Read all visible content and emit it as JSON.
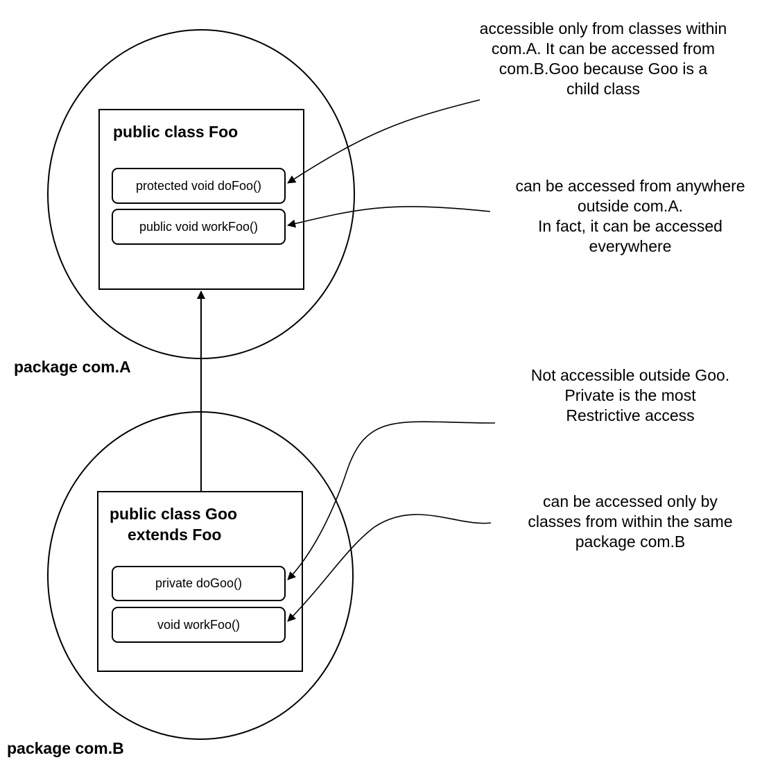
{
  "packages": {
    "a": {
      "label": "package com.A"
    },
    "b": {
      "label": "package com.B"
    }
  },
  "classes": {
    "foo": {
      "title": "public class Foo",
      "methods": [
        "protected void doFoo()",
        "public void workFoo()"
      ]
    },
    "goo": {
      "title_lines": [
        "public class Goo",
        "extends Foo"
      ],
      "methods": [
        "private doGoo()",
        "void workFoo()"
      ]
    }
  },
  "notes": {
    "protected": [
      "accessible only from classes within",
      "com.A. It can be accessed from",
      "com.B.Goo because Goo is a",
      "child class"
    ],
    "public": [
      "can be accessed from anywhere",
      "outside com.A.",
      "In fact, it can be accessed",
      "everywhere"
    ],
    "private": [
      "Not accessible outside Goo.",
      "Private is the most",
      "Restrictive access"
    ],
    "default": [
      "can be accessed only by",
      "classes from within the same",
      "package com.B"
    ]
  }
}
